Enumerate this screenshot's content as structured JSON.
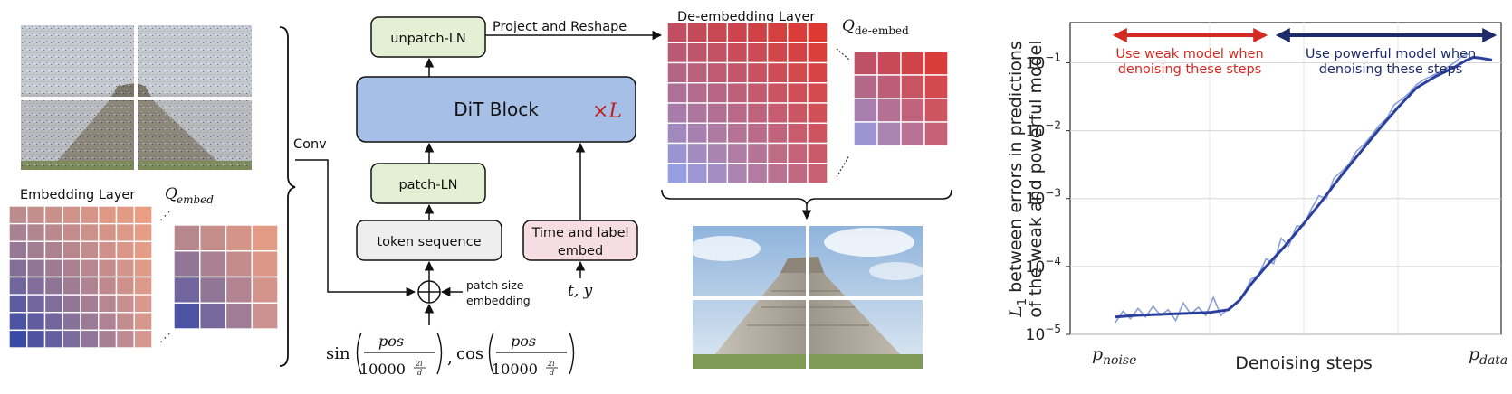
{
  "embedding": {
    "title": "Embedding Layer",
    "q_symbol": "Q",
    "q_sub": "embed"
  },
  "conv_label": "Conv",
  "architecture": {
    "unpatch_ln": "unpatch-LN",
    "dit_block": "DiT Block",
    "times_l": "×L",
    "patch_ln": "patch-LN",
    "token_sequence": "token sequence",
    "time_label_line1": "Time and label",
    "time_label_line2": "embed",
    "project_reshape": "Project and Reshape",
    "patch_size_line1": "patch size",
    "patch_size_line2": "embedding",
    "t_y": "t, y",
    "formula": {
      "sin": "sin",
      "cos": "cos",
      "pos": "pos",
      "base": "10000",
      "exp_num": "2i",
      "exp_den": "d",
      "comma": ","
    }
  },
  "deembedding": {
    "title": "De-embedding Layer",
    "q_symbol": "Q",
    "q_sub": "de-embed"
  },
  "colors": {
    "embed_corner_tl": "#c38f8c",
    "embed_corner_tr": "#ee9e82",
    "embed_corner_bl": "#233fa9",
    "embed_corner_br": "#de9b8e",
    "deembed_corner_tl": "#c1485a",
    "deembed_corner_tr": "#e0352b",
    "deembed_corner_bl": "#8eaaf4",
    "deembed_corner_br": "#cb5e6e",
    "weak_arrow": "#d42a22",
    "strong_arrow": "#1d2b6a",
    "curve": "#2b3f9e",
    "curve_noisy": "#8c9fd6",
    "dit_fill": "#a6bfe6",
    "patch_fill": "#e4f0d4",
    "time_fill": "#f6dde4",
    "token_fill": "#eeeeee"
  },
  "chart_data": {
    "type": "line",
    "ylabel_line1": "L",
    "ylabel_sub": "1",
    "ylabel_line1_rest": " between errors in predictions",
    "ylabel_line2": "of the weak and powerful model",
    "xlabel": "Denoising steps",
    "x_start_label": "p",
    "x_start_sub": "noise",
    "x_end_label": "p",
    "x_end_sub": "data",
    "yscale": "log",
    "xlim": [
      0,
      1
    ],
    "ylim": [
      1e-05,
      0.3
    ],
    "yticks": [
      {
        "value": 1e-05,
        "base": "10",
        "exp": "−5"
      },
      {
        "value": 0.0001,
        "base": "10",
        "exp": "−4"
      },
      {
        "value": 0.001,
        "base": "10",
        "exp": "−3"
      },
      {
        "value": 0.01,
        "base": "10",
        "exp": "−2"
      },
      {
        "value": 0.1,
        "base": "10",
        "exp": "−1"
      }
    ],
    "grid": true,
    "weak_annotation": [
      "Use weak model when",
      "denoising these steps"
    ],
    "strong_annotation": [
      "Use powerful model when",
      "denoising these steps"
    ],
    "weak_range": [
      0.0,
      0.37
    ],
    "strong_range": [
      0.47,
      1.0
    ],
    "series": [
      {
        "style": "smooth",
        "x": [
          0.0,
          0.05,
          0.1,
          0.15,
          0.2,
          0.25,
          0.3,
          0.33,
          0.36,
          0.4,
          0.45,
          0.5,
          0.55,
          0.6,
          0.65,
          0.7,
          0.75,
          0.8,
          0.85,
          0.9,
          0.93,
          0.95,
          0.97,
          1.0
        ],
        "y": [
          1.8e-05,
          1.9e-05,
          1.95e-05,
          2e-05,
          2.05e-05,
          2.1e-05,
          2.3e-05,
          3.2e-05,
          5.5e-05,
          0.0001,
          0.0002,
          0.00043,
          0.00095,
          0.0022,
          0.0048,
          0.0105,
          0.022,
          0.043,
          0.063,
          0.086,
          0.108,
          0.12,
          0.117,
          0.11
        ]
      },
      {
        "style": "noisy",
        "x": [
          0.0,
          0.02,
          0.04,
          0.06,
          0.08,
          0.1,
          0.12,
          0.14,
          0.16,
          0.18,
          0.2,
          0.22,
          0.24,
          0.26,
          0.28,
          0.3,
          0.32,
          0.34,
          0.36,
          0.38,
          0.4,
          0.42,
          0.44,
          0.46,
          0.48,
          0.5,
          0.52,
          0.54,
          0.56,
          0.58,
          0.6,
          0.62,
          0.64,
          0.66,
          0.68,
          0.7,
          0.72,
          0.74,
          0.76,
          0.78,
          0.8,
          0.82,
          0.84,
          0.86,
          0.88,
          0.9,
          0.92,
          0.94
        ],
        "y": [
          1.5e-05,
          2.2e-05,
          1.7e-05,
          2.4e-05,
          1.8e-05,
          2.6e-05,
          1.9e-05,
          2.3e-05,
          1.6e-05,
          2.9e-05,
          2e-05,
          2.5e-05,
          1.9e-05,
          3.5e-05,
          1.9e-05,
          2.4e-05,
          2.8e-05,
          3.8e-05,
          6.5e-05,
          7.5e-05,
          0.00013,
          0.00011,
          0.00026,
          0.0002,
          0.00039,
          0.0004,
          0.0007,
          0.0011,
          0.001,
          0.002,
          0.0025,
          0.0032,
          0.005,
          0.0063,
          0.0085,
          0.012,
          0.015,
          0.024,
          0.029,
          0.036,
          0.048,
          0.057,
          0.064,
          0.073,
          0.085,
          0.1,
          0.125,
          0.135
        ]
      }
    ]
  }
}
